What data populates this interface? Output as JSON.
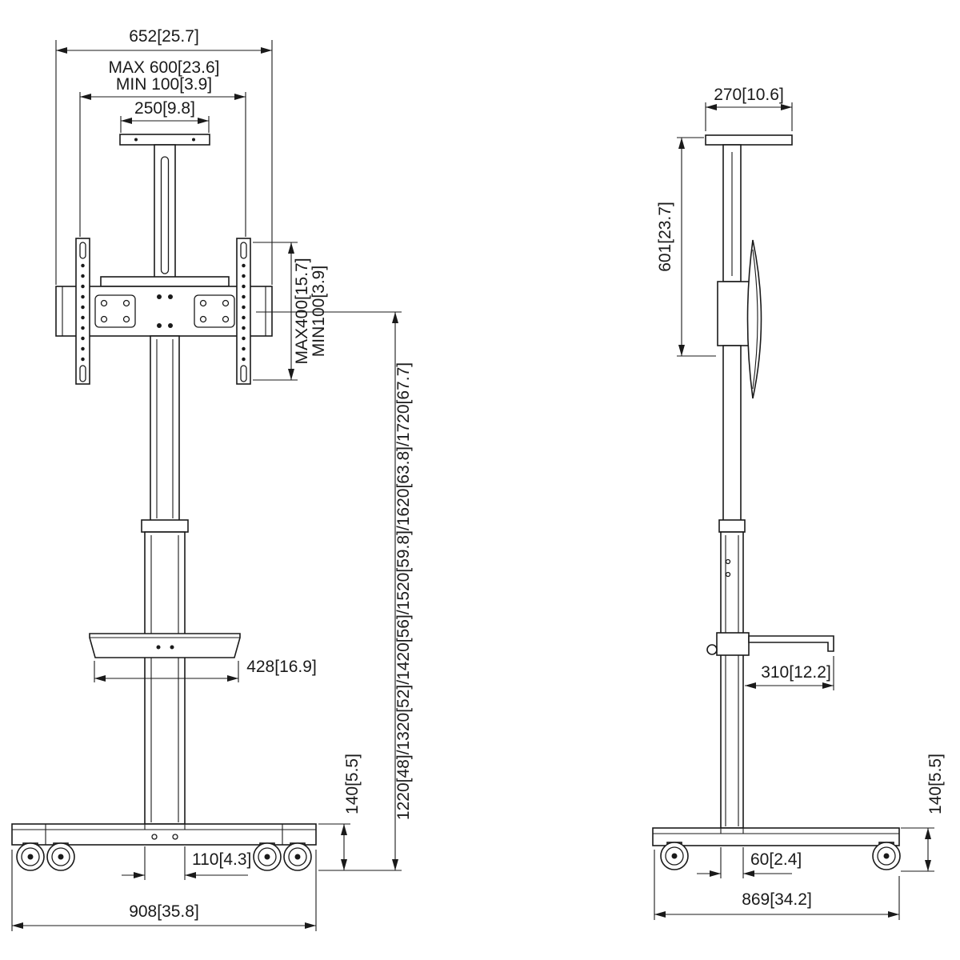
{
  "front": {
    "dim_overall_width": "652[25.7]",
    "dim_vesa_width_max": "MAX 600[23.6]",
    "dim_vesa_width_min": "MIN 100[3.9]",
    "dim_top_plate_width": "250[9.8]",
    "dim_vesa_height_max": "MAX400[15.7]",
    "dim_vesa_height_min": "MIN100[3.9]",
    "dim_height_range": "1220[48]/1320[52]/1420[56]/1520[59.8]/1620[63.8]/1720[67.7]",
    "dim_shelf_width": "428[16.9]",
    "dim_base_height": "140[5.5]",
    "dim_column_width": "110[4.3]",
    "dim_base_width": "908[35.8]"
  },
  "side": {
    "dim_top_plate_depth": "270[10.6]",
    "dim_mount_drop": "601[23.7]",
    "dim_shelf_depth": "310[12.2]",
    "dim_base_height": "140[5.5]",
    "dim_column_depth": "60[2.4]",
    "dim_base_depth": "869[34.2]"
  }
}
